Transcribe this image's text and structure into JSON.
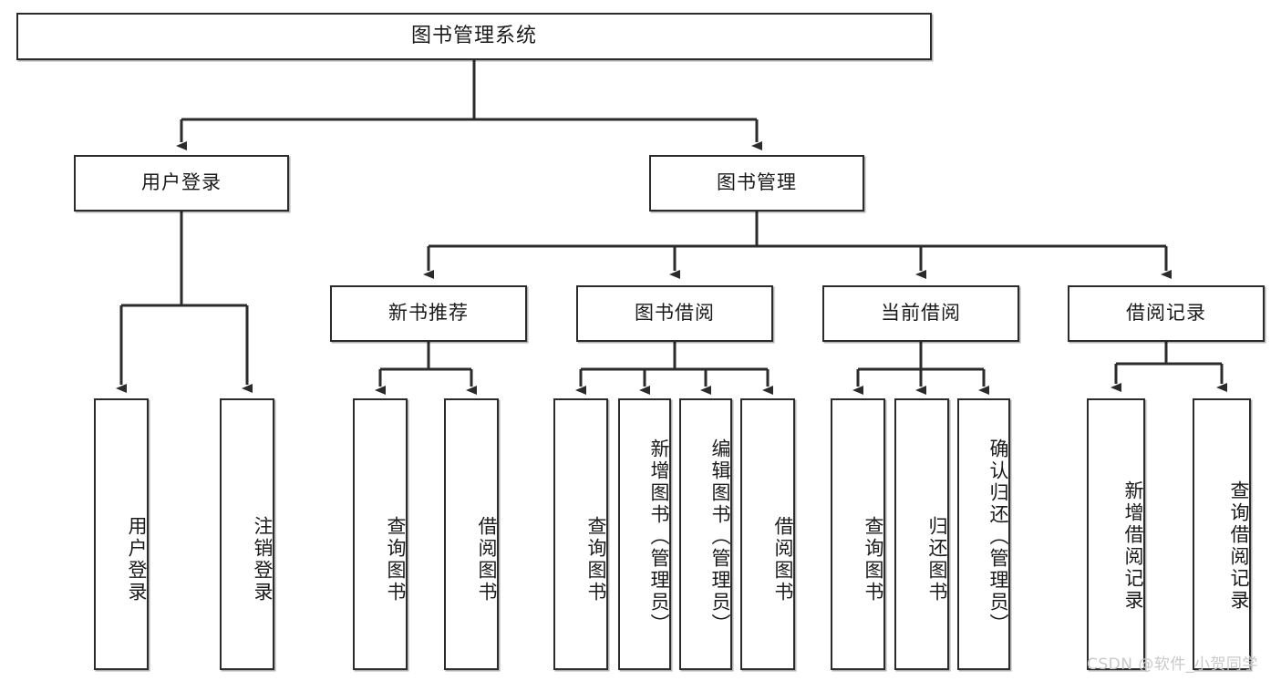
{
  "diagram": {
    "title": "图书管理系统",
    "type": "tree-hierarchy-diagram",
    "root": {
      "label": "图书管理系统"
    },
    "level2": [
      {
        "label": "用户登录"
      },
      {
        "label": "图书管理"
      }
    ],
    "level3": [
      {
        "label": "新书推荐"
      },
      {
        "label": "图书借阅"
      },
      {
        "label": "当前借阅"
      },
      {
        "label": "借阅记录"
      }
    ],
    "leaves": {
      "user_login": [
        {
          "label": "用户登录"
        },
        {
          "label": "注销登录"
        }
      ],
      "new_book_recommend": [
        {
          "label": "查询图书"
        },
        {
          "label": "借阅图书"
        }
      ],
      "book_borrow": [
        {
          "label": "查询图书"
        },
        {
          "label": "新增图书（管理员）"
        },
        {
          "label": "编辑图书（管理员）"
        },
        {
          "label": "借阅图书"
        }
      ],
      "current_borrow": [
        {
          "label": "查询图书"
        },
        {
          "label": "归还图书"
        },
        {
          "label": "确认归还（管理员）"
        }
      ],
      "borrow_record": [
        {
          "label": "新增借阅记录"
        },
        {
          "label": "查询借阅记录"
        }
      ]
    }
  },
  "watermark": {
    "text": "CSDN @软件_小贺同学"
  },
  "colors": {
    "stroke": "#2b2b2b",
    "fill": "#ffffff",
    "text": "#1a1a1a",
    "watermark": "#c9c9c9"
  }
}
